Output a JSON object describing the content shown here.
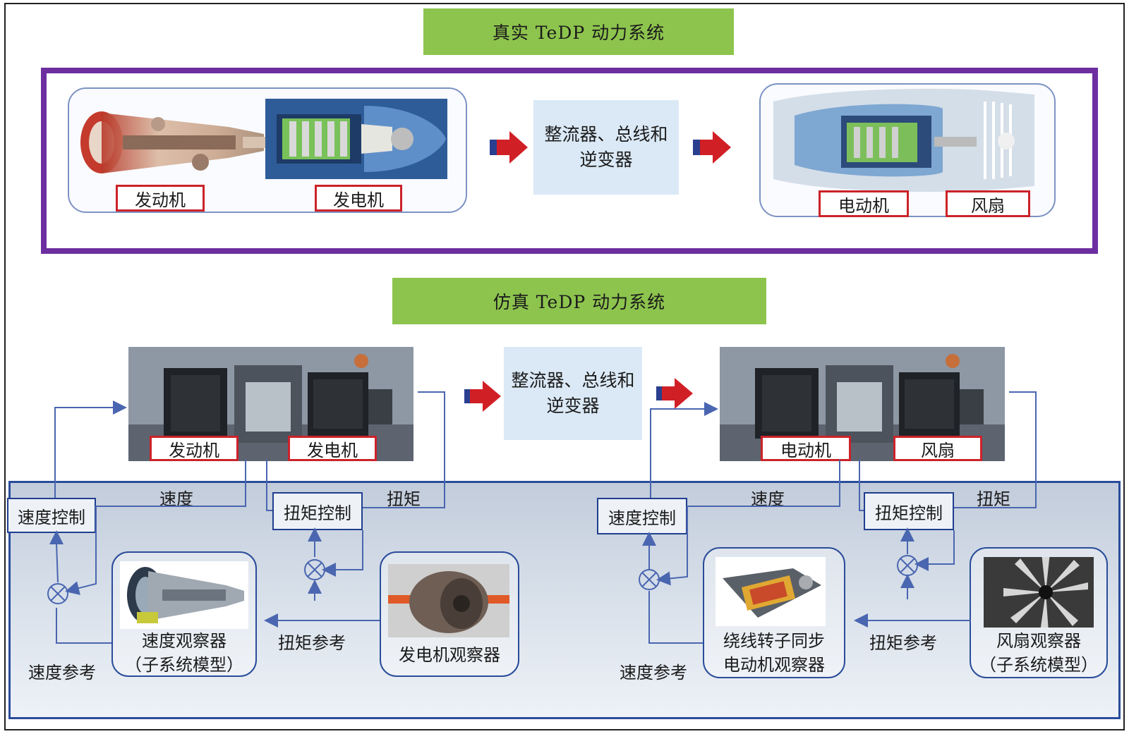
{
  "real_system": {
    "title": "真实 TeDP 动力系统",
    "engine_label": "发动机",
    "generator_label": "发电机",
    "converter_label": "整流器、总线和逆变器",
    "motor_label": "电动机",
    "fan_label": "风扇"
  },
  "sim_system": {
    "title": "仿真 TeDP 动力系统",
    "engine_label": "发动机",
    "generator_label": "发电机",
    "converter_label": "整流器、总线和逆变器",
    "motor_label": "电动机",
    "fan_label": "风扇"
  },
  "control_left": {
    "speed_control": "速度控制",
    "torque_control": "扭矩控制",
    "speed": "速度",
    "torque": "扭矩",
    "speed_observer": "速度观察器",
    "speed_observer_sub": "（子系统模型）",
    "torque_reference": "扭矩参考",
    "speed_reference": "速度参考",
    "generator_observer": "发电机观察器"
  },
  "control_right": {
    "speed_control": "速度控制",
    "torque_control": "扭矩控制",
    "speed": "速度",
    "torque": "扭矩",
    "motor_observer_line1": "绕线转子同步",
    "motor_observer_line2": "电动机观察器",
    "torque_reference": "扭矩参考",
    "speed_reference": "速度参考",
    "fan_observer": "风扇观察器",
    "fan_observer_sub": "（子系统模型）"
  },
  "colors": {
    "banner": "#8dc44e",
    "purple_frame": "#6d2fa0",
    "label_border": "#cc2229",
    "control_blue": "#2a4c9a",
    "arrow_red": "#d11f26"
  }
}
